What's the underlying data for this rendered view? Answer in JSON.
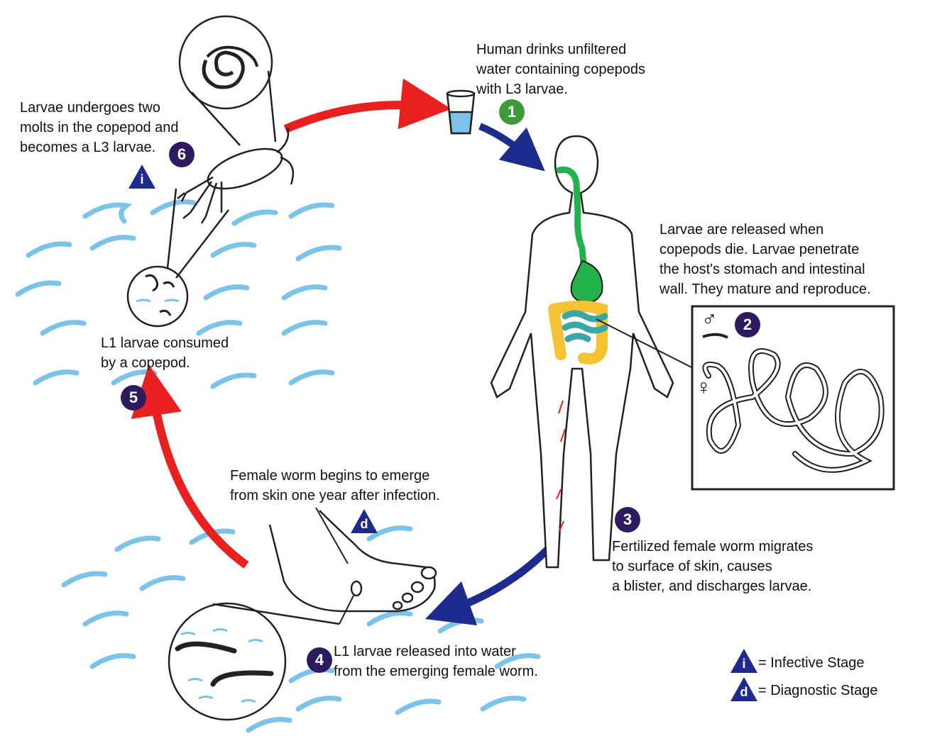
{
  "colors": {
    "water": "#7cc3ea",
    "arrow_red": "#e8201f",
    "arrow_blue": "#1c2b8c",
    "step_purple": "#2e1a5e",
    "step_green": "#3e9b3a",
    "stage_triangle": "#1e2a8c",
    "gut_green": "#22b24c",
    "colon_yellow": "#f5c233",
    "intestine_teal": "#3aa6a6"
  },
  "steps": [
    {
      "id": "1",
      "lines": [
        "Human drinks unfiltered",
        "water containing copepods",
        "with L3 larvae."
      ]
    },
    {
      "id": "2",
      "lines": [
        "Larvae are released when",
        "copepods die.  Larvae penetrate",
        "the host's stomach and intestinal",
        "wall.  They mature and reproduce."
      ]
    },
    {
      "id": "3",
      "lines": [
        "Fertilized female worm migrates",
        "to surface of skin, causes",
        "a blister, and discharges larvae."
      ]
    },
    {
      "id": "4",
      "lines": [
        "L1 larvae released into water",
        "from the emerging female worm."
      ]
    },
    {
      "id": "5",
      "lines": [
        "L1 larvae consumed",
        "by a copepod."
      ]
    },
    {
      "id": "6",
      "lines": [
        "Larvae undergoes two",
        "molts in the copepod and",
        "becomes a L3 larvae."
      ]
    }
  ],
  "emerge_caption": [
    "Female worm begins to emerge",
    "from skin one year after infection."
  ],
  "stage_markers": {
    "infective": "i",
    "diagnostic": "d"
  },
  "sex_symbols": {
    "male": "♂",
    "female": "♀"
  },
  "legend": [
    {
      "symbol": "i",
      "text": "= Infective Stage"
    },
    {
      "symbol": "d",
      "text": "= Diagnostic Stage"
    }
  ]
}
